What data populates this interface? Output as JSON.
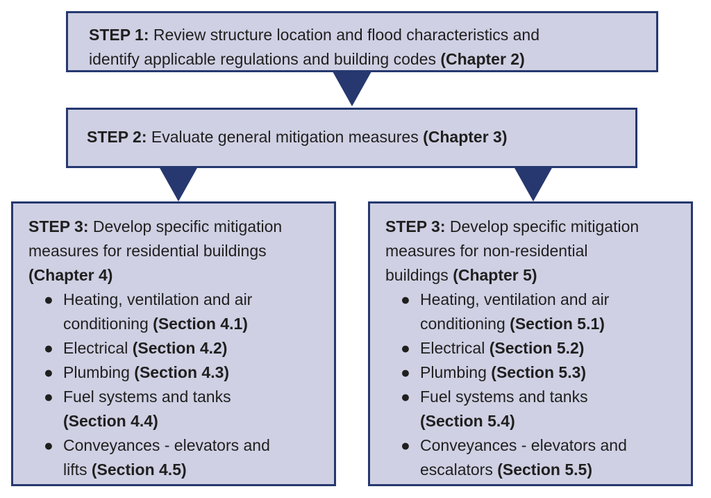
{
  "step1": {
    "label": "STEP 1:",
    "line1": "Review structure location and flood characteristics and",
    "line2": "identify applicable regulations and building codes",
    "ref": "(Chapter 2)"
  },
  "step2": {
    "label": "STEP 2:",
    "text": "Evaluate general mitigation measures",
    "ref": "(Chapter 3)"
  },
  "step3_residential": {
    "label": "STEP 3:",
    "line1": "Develop specific mitigation",
    "line2": "measures for residential buildings",
    "ref": "(Chapter 4)",
    "items": [
      {
        "line1": "Heating, ventilation and air",
        "line2": "conditioning",
        "ref": "(Section 4.1)"
      },
      {
        "text": "Electrical",
        "ref": "(Section 4.2)"
      },
      {
        "text": "Plumbing",
        "ref": "(Section 4.3)"
      },
      {
        "line1": "Fuel systems and tanks",
        "ref": "(Section 4.4)"
      },
      {
        "line1": "Conveyances - elevators and",
        "line2": "lifts",
        "ref": "(Section 4.5)"
      }
    ]
  },
  "step3_nonresidential": {
    "label": "STEP 3:",
    "line1": "Develop specific mitigation",
    "line2": "measures for non-residential",
    "line3": "buildings",
    "ref": "(Chapter 5)",
    "items": [
      {
        "line1": "Heating, ventilation and air",
        "line2": "conditioning",
        "ref": "(Section 5.1)"
      },
      {
        "text": "Electrical",
        "ref": "(Section 5.2)"
      },
      {
        "text": "Plumbing",
        "ref": "(Section 5.3)"
      },
      {
        "line1": "Fuel systems and tanks",
        "ref": "(Section 5.4)"
      },
      {
        "line1": "Conveyances - elevators and",
        "line2": "escalators",
        "ref": "(Section 5.5)"
      }
    ]
  },
  "bullet": "●"
}
